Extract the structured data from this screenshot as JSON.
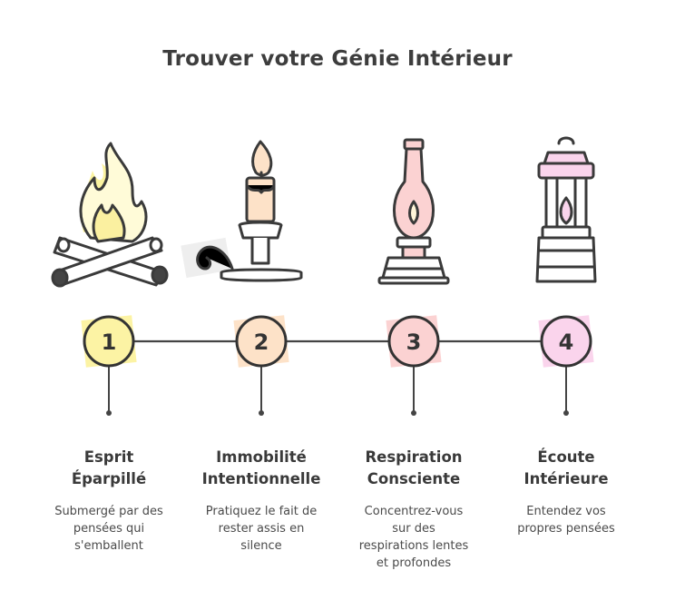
{
  "title": "Trouver votre Génie Intérieur",
  "steps": [
    {
      "number": "1",
      "label_line1": "Esprit",
      "label_line2": "Éparpillé",
      "desc": [
        "Submergé par des",
        "pensées qui",
        "s'emballent"
      ],
      "color": "#fcf3a4",
      "icon": "campfire-icon"
    },
    {
      "number": "2",
      "label_line1": "Immobilité",
      "label_line2": "Intentionnelle",
      "desc": [
        "Pratiquez le fait de",
        "rester assis en",
        "silence"
      ],
      "color": "#fde2c8",
      "icon": "candle-holder-icon"
    },
    {
      "number": "3",
      "label_line1": "Respiration",
      "label_line2": "Consciente",
      "desc": [
        "Concentrez-vous",
        "sur des",
        "respirations lentes",
        "et profondes"
      ],
      "color": "#fbd2d2",
      "icon": "oil-lamp-icon"
    },
    {
      "number": "4",
      "label_line1": "Écoute",
      "label_line2": "Intérieure",
      "desc": [
        "Entendez vos",
        "propres pensées"
      ],
      "color": "#fad4ec",
      "icon": "lantern-icon"
    }
  ]
}
